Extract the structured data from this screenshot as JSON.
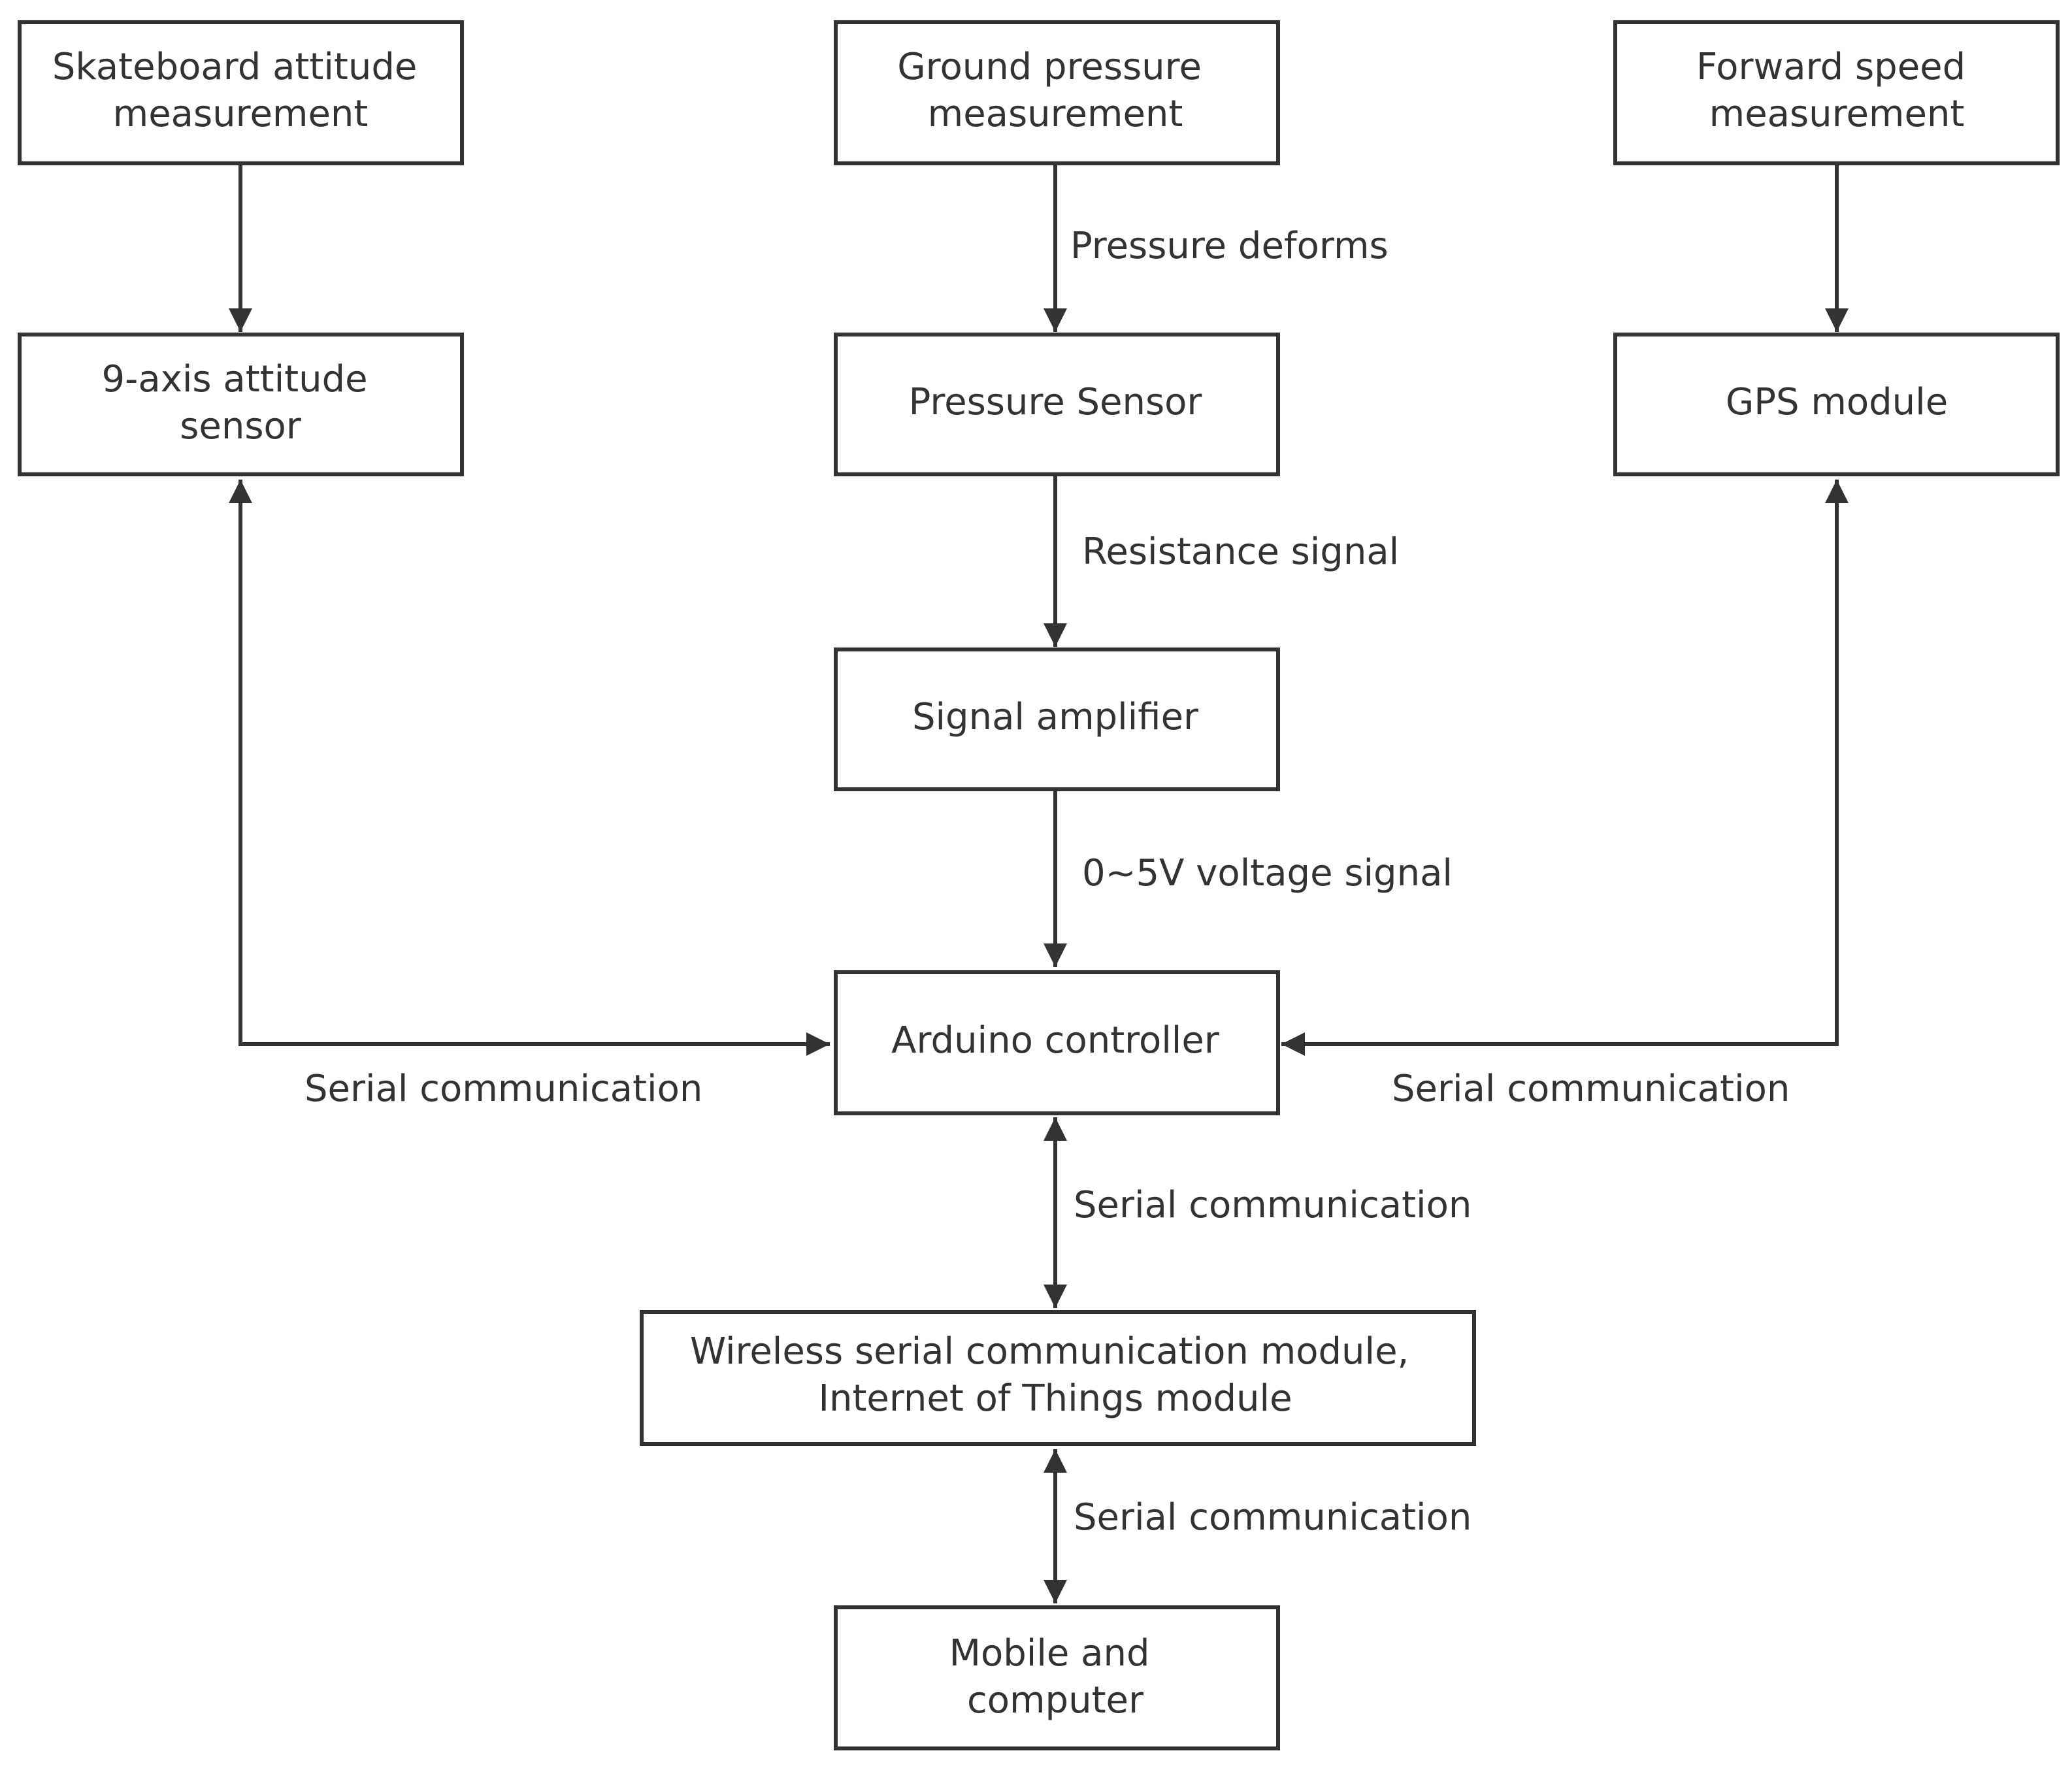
{
  "colors": {
    "stroke": "#333333",
    "text": "#333333",
    "background": "#ffffff"
  },
  "nodes": {
    "skateboard_attitude": {
      "lines": [
        "Skateboard attitude",
        "measurement"
      ]
    },
    "ground_pressure": {
      "lines": [
        "Ground pressure",
        "measurement"
      ]
    },
    "forward_speed": {
      "lines": [
        "Forward speed",
        "measurement"
      ]
    },
    "attitude_sensor": {
      "lines": [
        "9-axis attitude",
        "sensor"
      ]
    },
    "pressure_sensor": {
      "lines": [
        "Pressure Sensor"
      ]
    },
    "gps_module": {
      "lines": [
        "GPS module"
      ]
    },
    "signal_amplifier": {
      "lines": [
        "Signal amplifier"
      ]
    },
    "arduino": {
      "lines": [
        "Arduino controller"
      ]
    },
    "wireless_module": {
      "lines": [
        "Wireless serial communication module,",
        "Internet of Things module"
      ]
    },
    "mobile_computer": {
      "lines": [
        "Mobile and",
        "computer"
      ]
    }
  },
  "edge_labels": {
    "pressure_deforms": "Pressure deforms",
    "resistance_signal": "Resistance signal",
    "voltage_signal": "0~5V voltage signal",
    "serial_left": "Serial communication",
    "serial_right": "Serial communication",
    "serial_arduino_wireless": "Serial communication",
    "serial_wireless_mobile": "Serial communication"
  }
}
